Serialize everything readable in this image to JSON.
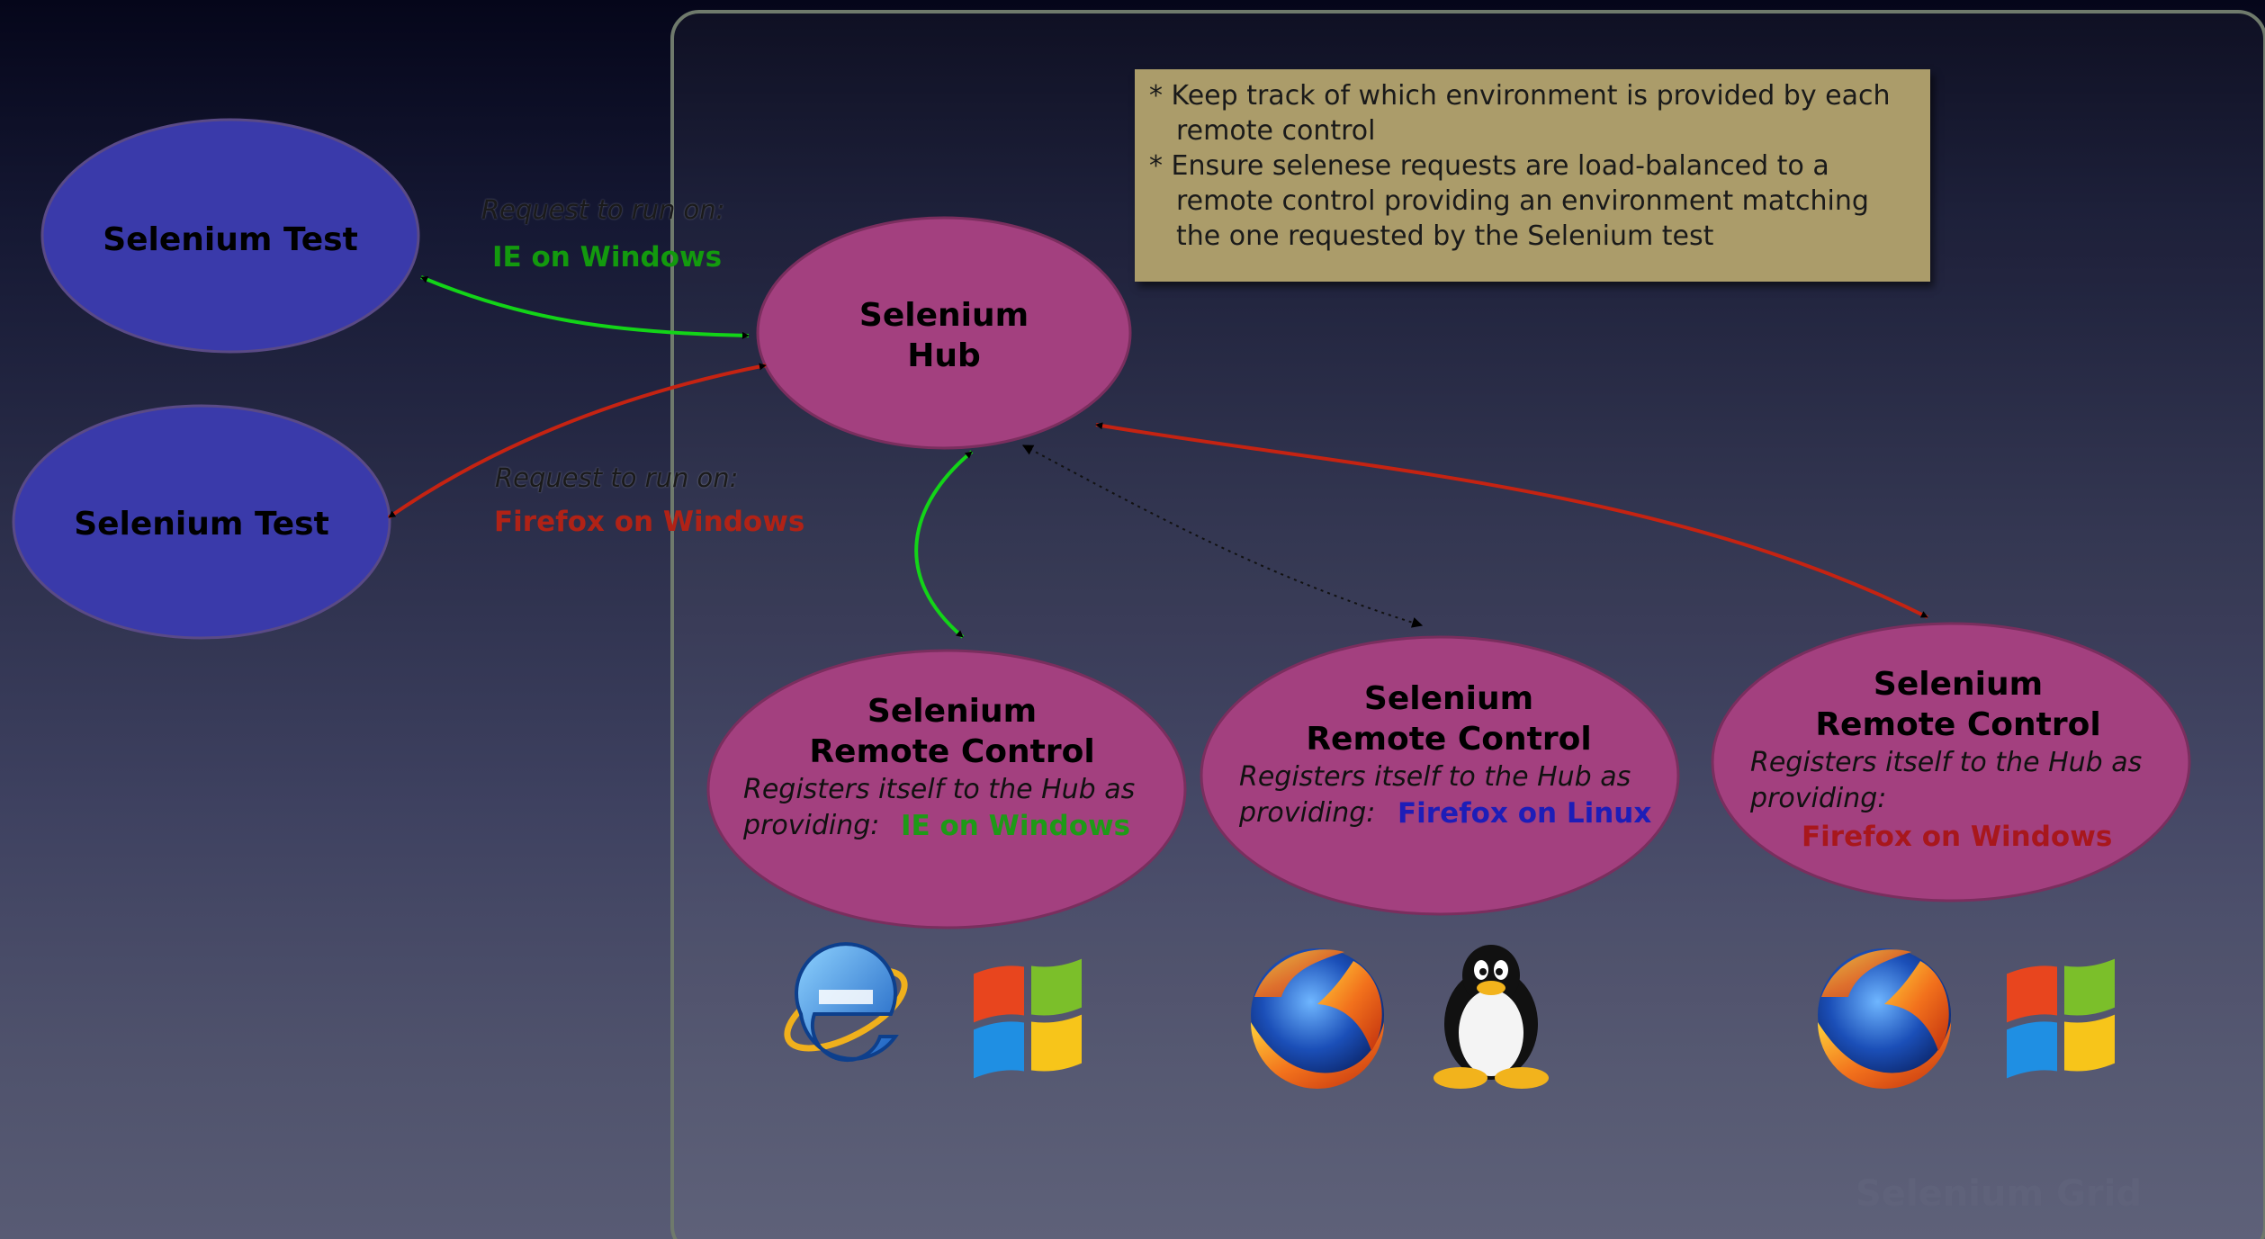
{
  "diagram": {
    "tests": [
      {
        "label": "Selenium Test"
      },
      {
        "label": "Selenium Test"
      }
    ],
    "requests": [
      {
        "caption": "Request to run on:",
        "environment": "IE on Windows",
        "color": "#139a0e"
      },
      {
        "caption": "Request to run on:",
        "environment": "Firefox on Windows",
        "color": "#b02216"
      }
    ],
    "hub": {
      "line1": "Selenium",
      "line2": "Hub"
    },
    "note": {
      "lines": [
        "* Keep track of which environment is provided by each",
        "remote control",
        "* Ensure selenese requests are load-balanced to a",
        "remote control providing an environment matching",
        "the one requested by the Selenium test"
      ]
    },
    "remote_controls": [
      {
        "line1": "Selenium",
        "line2": "Remote Control",
        "registers": "Registers itself to the Hub as",
        "providing": "providing:",
        "environment": "IE on Windows",
        "env_color": "#1e9a17",
        "icons": [
          "internet-explorer-icon",
          "windows-logo-icon"
        ]
      },
      {
        "line1": "Selenium",
        "line2": "Remote Control",
        "registers": "Registers itself to the Hub as",
        "providing": "providing:",
        "environment": "Firefox on Linux",
        "env_color": "#1d1db8",
        "icons": [
          "firefox-icon",
          "linux-tux-icon"
        ]
      },
      {
        "line1": "Selenium",
        "line2": "Remote Control",
        "registers": "Registers itself to the Hub as",
        "providing": "providing:",
        "environment": "Firefox on Windows",
        "env_color": "#a8171c",
        "icons": [
          "firefox-icon",
          "windows-logo-icon"
        ]
      }
    ],
    "grid_label": "Selenium Grid",
    "colors": {
      "test_node": "#3a3aaa",
      "hub_node": "#a3407f",
      "note_bg": "#ab9c6a",
      "green_arrow": "#13d418",
      "red_arrow": "#c52312"
    }
  }
}
